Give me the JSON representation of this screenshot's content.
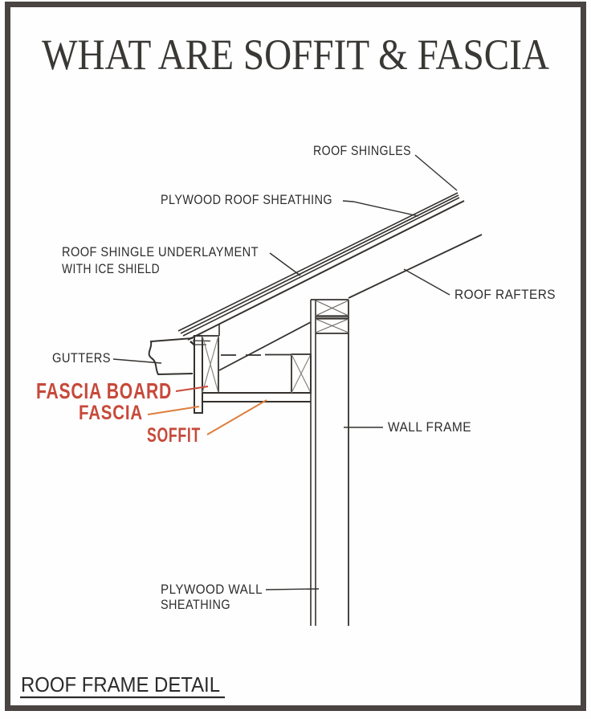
{
  "title": "WHAT ARE SOFFIT & FASCIA",
  "footer": {
    "caption": "ROOF FRAME DETAIL"
  },
  "colors": {
    "frame_border": "#494341",
    "drawing_line": "#34312e",
    "label_text": "#2d2d2d",
    "highlight_red": "#c7493a",
    "leader_orange": "#dd7e3b",
    "background": "#fefefe"
  },
  "labels": {
    "roof_shingles": "ROOF SHINGLES",
    "plywood_roof_sheathing": "PLYWOOD ROOF SHEATHING",
    "underlayment_line1": "ROOF SHINGLE UNDERLAYMENT",
    "underlayment_line2": "WITH ICE SHIELD",
    "roof_rafters": "ROOF RAFTERS",
    "gutters": "GUTTERS",
    "fascia_board": "FASCIA BOARD",
    "fascia": "FASCIA",
    "soffit": "SOFFIT",
    "wall_frame": "WALL FRAME",
    "plywood_wall_line1": "PLYWOOD WALL",
    "plywood_wall_line2": "SHEATHING"
  }
}
